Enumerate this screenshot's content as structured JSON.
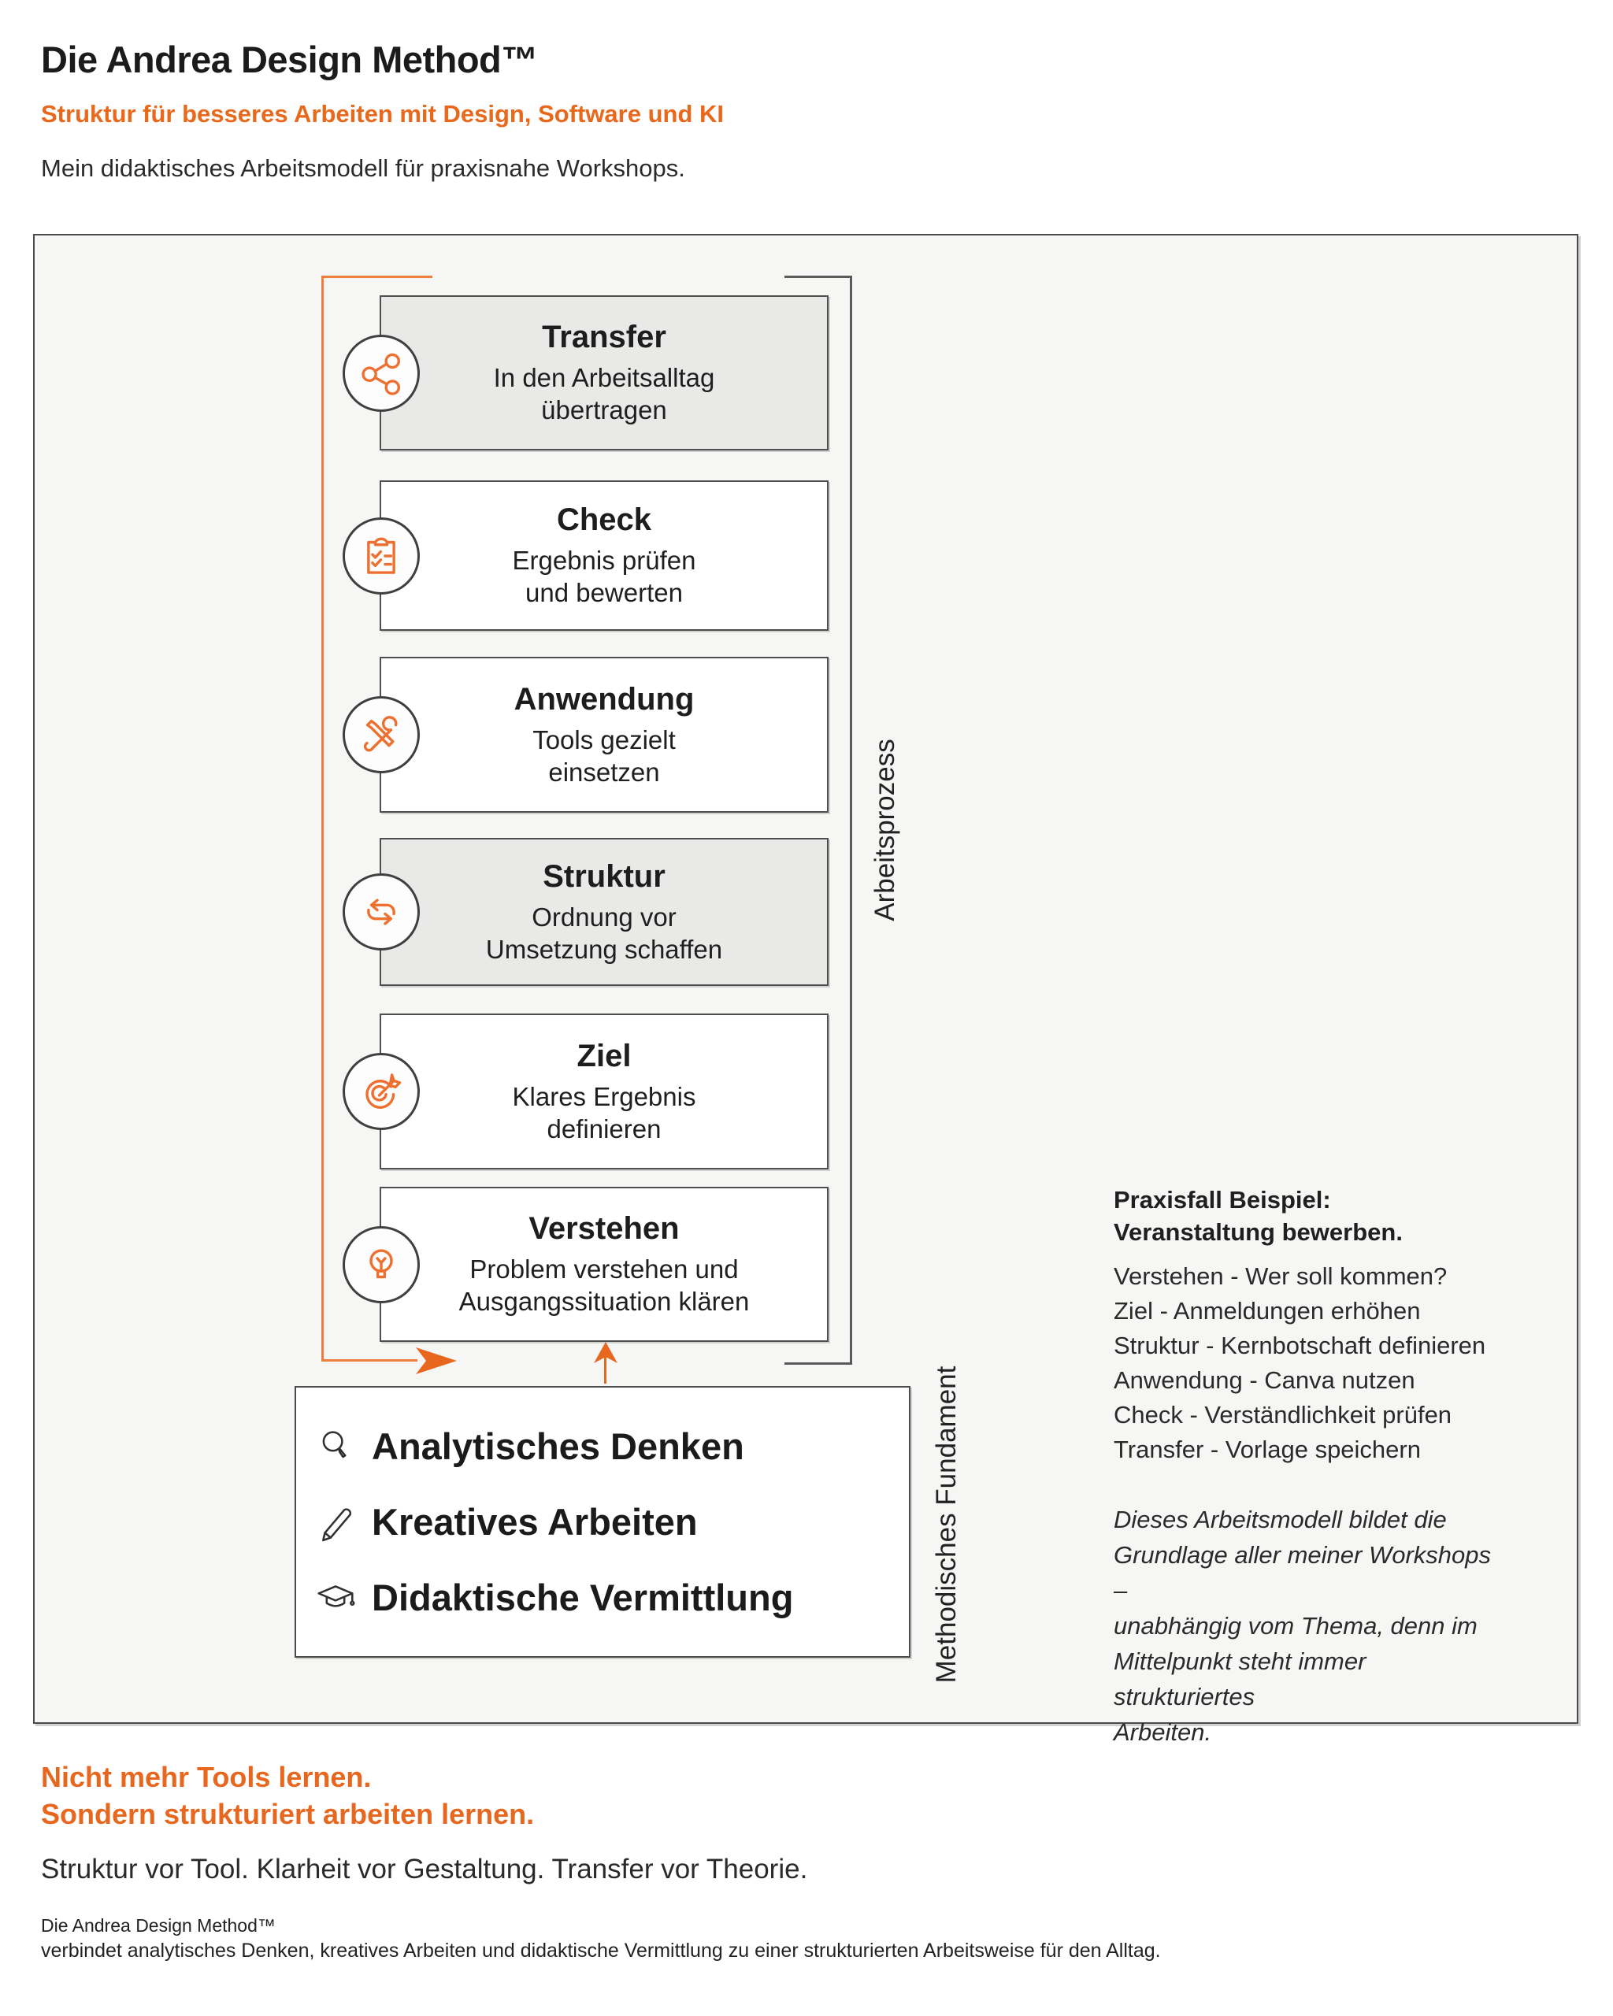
{
  "header": {
    "title": "Die Andrea Design Method™",
    "subtitle": "Struktur für besseres Arbeiten mit Design, Software und KI",
    "lead": "Mein didaktisches Arbeitsmodell für praxisnahe Workshops."
  },
  "diagram": {
    "process_label": "Arbeitsprozess",
    "foundation_label": "Methodisches Fundament",
    "steps": [
      {
        "title": "Transfer",
        "desc": "In den Arbeitsalltag\nübertragen",
        "icon": "share-icon"
      },
      {
        "title": "Check",
        "desc": "Ergebnis prüfen\nund bewerten",
        "icon": "checklist-icon"
      },
      {
        "title": "Anwendung",
        "desc": "Tools gezielt\neinsetzen",
        "icon": "tools-icon"
      },
      {
        "title": "Struktur",
        "desc": "Ordnung vor\nUmsetzung schaffen",
        "icon": "cycle-arrows-icon"
      },
      {
        "title": "Ziel",
        "desc": "Klares Ergebnis\ndefinieren",
        "icon": "target-icon"
      },
      {
        "title": "Verstehen",
        "desc": "Problem verstehen und\nAusgangssituation klären",
        "icon": "lightbulb-icon"
      }
    ],
    "foundation_items": [
      {
        "label": "Analytisches Denken",
        "icon": "magnifier-icon"
      },
      {
        "label": "Kreatives Arbeiten",
        "icon": "pencil-icon"
      },
      {
        "label": "Didaktische Vermittlung",
        "icon": "graduation-cap-icon"
      }
    ],
    "example": {
      "heading_line1": "Praxisfall Beispiel:",
      "heading_line2": "Veranstaltung bewerben.",
      "items": [
        "Verstehen - Wer soll kommen?",
        "Ziel - Anmeldungen erhöhen",
        "Struktur - Kernbotschaft definieren",
        "Anwendung - Canva nutzen",
        "Check - Verständlichkeit prüfen",
        "Transfer - Vorlage speichern"
      ],
      "note": "Dieses Arbeitsmodell bildet die\nGrundlage aller meiner Workshops –\nunabhängig vom Thema, denn im\nMittelpunkt steht immer strukturiertes\nArbeiten."
    }
  },
  "footer": {
    "claim_line1": "Nicht mehr Tools lernen.",
    "claim_line2": "Sondern strukturiert arbeiten lernen.",
    "principles": "Struktur vor Tool. Klarheit vor Gestaltung. Transfer vor Theorie.",
    "brand": "Die Andrea Design Method™",
    "brand_desc": "verbindet analytisches Denken, kreatives Arbeiten und didaktische Vermittlung zu einer strukturierten Arbeitsweise für den Alltag."
  },
  "colors": {
    "accent_orange": "#E8671F",
    "line_orange": "#EE7E3E",
    "icon_orange": "#ED7030",
    "border_gray": "#4B4B4B",
    "box_shaded": "#E9E9E8",
    "panel_bg": "#F6F6F5",
    "text_dark": "#1D1D1D"
  }
}
